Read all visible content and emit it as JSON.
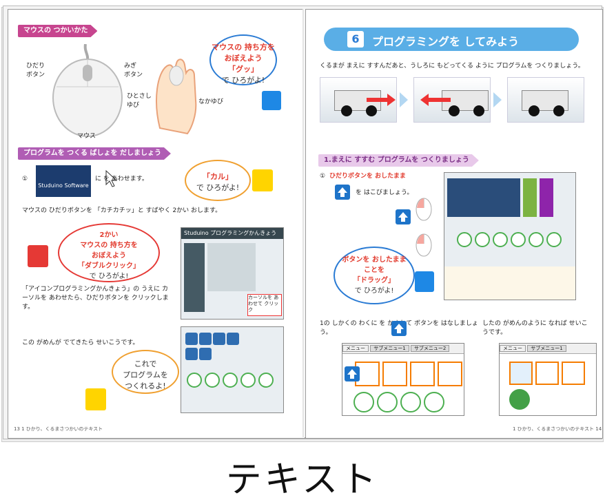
{
  "left_page": {
    "mouse_section_title": "マウスの つかいかた",
    "label_left_button": "ひだり\nボタン",
    "label_right_button": "みぎ\nボタン",
    "label_index_finger": "ひとさし\nゆび",
    "label_middle_finger": "なかゆび",
    "label_mouse": "マウス",
    "bubble_grab": [
      "マウスの 持ち方を",
      "おぼえよう",
      "「グッ」",
      "で ひろがよ!"
    ],
    "program_section_title": "プログラムを つくる ばしょを だしましょう",
    "step1_text": "に  を あわせます。",
    "studuino_logo": "Studuino Software",
    "bubble_karu": [
      "「カル」",
      "で ひろがよ!"
    ],
    "step2_text": "マウスの ひだりボタンを 「カチカチッ」と すばやく 2かい おします。",
    "step2_highlight": "ひだりボタン",
    "bubble_double": [
      "2かい",
      "マウスの 持ち方を",
      "おぼえよう",
      "「ダブルクリック」",
      "で ひろがよ!"
    ],
    "step3_text": "「アイコンプログラミングかんきょう」の うえに カーソルを あわせたら、ひだりボタンを クリックします。",
    "step4_text": "この がめんが でてきたら せいこうです。",
    "bubble_ok": [
      "これで",
      "プログラムを",
      "つくれるよ!"
    ],
    "screenshot_title": "Studuino プログラミングかんきょう",
    "screenshot_note": "カーソルを あわせて クリック",
    "footer": "13   1 ひかり、くるまさつかいのテキスト"
  },
  "right_page": {
    "chapter_number": "6",
    "chapter_title": "プログラミングを してみよう",
    "intro": "くるまが まえに すすんだあと、うしろに もどってくる ように プログラムを つくりましょう。",
    "sub_section_title": "1.まえに すすむ プログラムを つくりましょう",
    "step1_text": "ひだりボタンを おしたまま",
    "step1_text2": "を はこびましょう。",
    "bubble_drag": [
      "ボタンを おしたまま",
      "ことを",
      "「ドラッグ」",
      "で ひろがよ!"
    ],
    "step2_text": "1の しかくの わくに   を かさねて ボタンを はなしましょう。",
    "step3_text": "したの がめんのように なれば せいこうです。",
    "menu_labels": [
      "メニュー",
      "サブメニュー1",
      "サブメニュー2"
    ],
    "footer": "1 ひかり、くるまさつかいのテキスト  14"
  },
  "caption": "テキスト"
}
